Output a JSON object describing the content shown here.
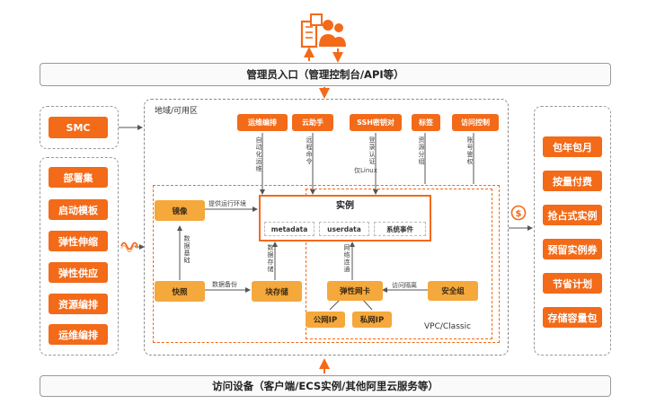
{
  "admin_entry": "管理员入口（管理控制台/API等）",
  "access_devices": "访问设备（客户端/ECS实例/其他阿里云服务等）",
  "region_label": "地域/可用区",
  "vpc_label": "VPC/Classic",
  "smc": "SMC",
  "left_tools": [
    "部署集",
    "启动模板",
    "弹性伸缩",
    "弹性供应",
    "资源编排",
    "运维编排"
  ],
  "right_billing": [
    "包年包月",
    "按量付费",
    "抢占式实例",
    "预留实例券",
    "节省计划",
    "存储容量包"
  ],
  "top_services": [
    "运维编排",
    "云助手",
    "SSH密钥对",
    "标签",
    "访问控制"
  ],
  "top_service_notes": [
    "自动化运维",
    "远程命令",
    "登录认证",
    "资源分组",
    "账号鉴权"
  ],
  "ssh_note": "仅Linux",
  "instance": {
    "title": "实例",
    "subs": [
      "metadata",
      "userdata",
      "系统事件"
    ]
  },
  "nodes": {
    "image": "镜像",
    "snapshot": "快照",
    "block_storage": "块存储",
    "eni": "弹性网卡",
    "security_group": "安全组",
    "public_ip": "公网IP",
    "private_ip": "私网IP"
  },
  "edge_labels": {
    "image_to_instance": "提供运行环境",
    "snapshot_to_image": "数据基础",
    "snapshot_block": "数据备份",
    "block_to_instance": "数据存储",
    "eni_to_instance": "网络连通",
    "sg_to_eni": "访问隔离"
  },
  "colors": {
    "accent": "#f36a18",
    "node": "#f5a83c",
    "border_gray": "#9a9a9a"
  },
  "icons": [
    "users-building-icon",
    "dollar-icon",
    "wave-icon"
  ]
}
